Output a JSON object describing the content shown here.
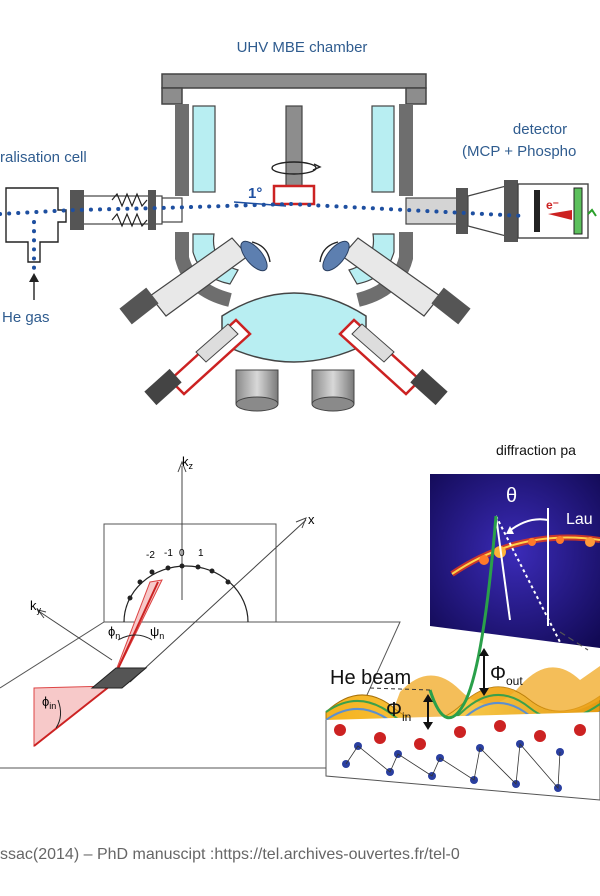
{
  "top": {
    "chamber_title": "UHV MBE chamber",
    "cell_label": "ralisation cell",
    "gas_label": "He gas",
    "detector_label": "detector",
    "detector_sub": "(MCP + Phospho",
    "angle_label": "1°",
    "electron_label": "e⁻"
  },
  "geometry": {
    "kz": "k",
    "kz_sub": "z",
    "ky": "k",
    "ky_sub": "y",
    "x": "x",
    "orders": [
      "-2",
      "-1",
      "0",
      "1"
    ],
    "phi_n": "ϕ",
    "phi_n_sub": "n",
    "psi_n": "ψ",
    "psi_n_sub": "n",
    "phi_in": "ϕ",
    "phi_in_sub": "in"
  },
  "pattern": {
    "title": "diffraction pa",
    "theta": "θ",
    "laue": "Lau",
    "he_beam": "He beam",
    "phi_out": "Φ",
    "phi_out_sub": "out",
    "phi_in": "Φ",
    "phi_in_sub": "in"
  },
  "caption": "ssac(2014) – PhD manuscipt :https://tel.archives-ouvertes.fr/tel-0",
  "colors": {
    "chamber_cyan": "#b8eef2",
    "frame_gray": "#6e6e6e",
    "beam_blue": "#1e4fa0",
    "label_blue": "#2f5c8f",
    "flange_red": "#cc2222",
    "pattern_bg": "#1a1070"
  }
}
